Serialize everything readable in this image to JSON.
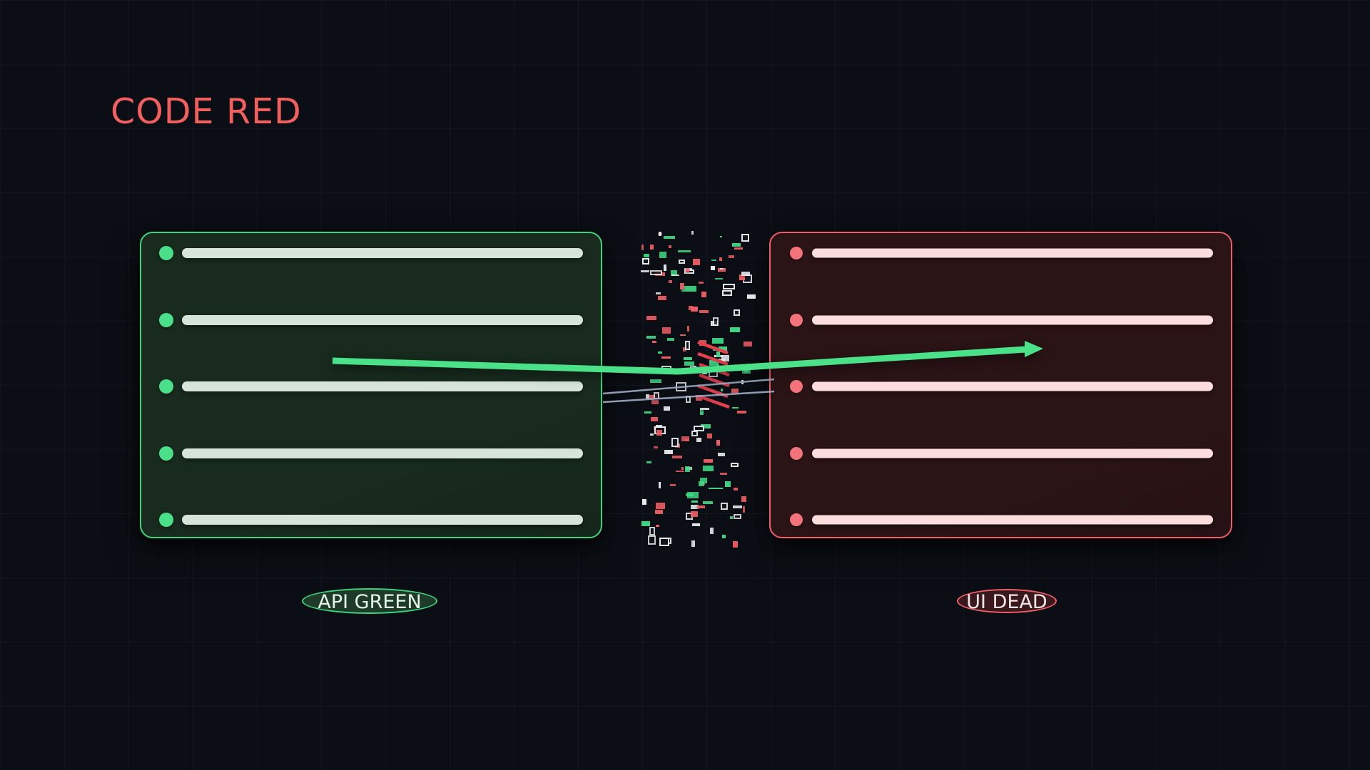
{
  "title": {
    "text": "CODE RED",
    "color": "#f25f5f"
  },
  "nodes": [
    {
      "id": "api-green",
      "label": "API GREEN",
      "row_count": 5,
      "border_color": "#3ed47d",
      "fill_color": "#182b1e",
      "dot_color": "#4ae089",
      "bar_color": "#d7e4da",
      "label_fill": "#1e3a29",
      "label_text_color": "#e6f4ea"
    },
    {
      "id": "ui-dead",
      "label": "UI DEAD",
      "row_count": 5,
      "border_color": "#ef5e66",
      "fill_color": "#2b1416",
      "dot_color": "#f3737a",
      "bar_color": "#fbdddd",
      "label_fill": "#39191d",
      "label_text_color": "#f6e6e7"
    }
  ],
  "connector": {
    "from": "API GREEN",
    "to": "UI DEAD",
    "type": "arrow",
    "color": "#4be188"
  },
  "glitch": {
    "particle_count": 170,
    "seed": 11,
    "particle_colors": [
      "#eceff2",
      "#ef5d65",
      "#3edc87"
    ],
    "hatch_color": "#e2414e",
    "hatch_count": 6,
    "wire_color": "#9fabc4",
    "wire_count": 2
  },
  "background": {
    "color": "#0b0f15",
    "grid_color": "rgba(150,170,200,0.055)"
  }
}
